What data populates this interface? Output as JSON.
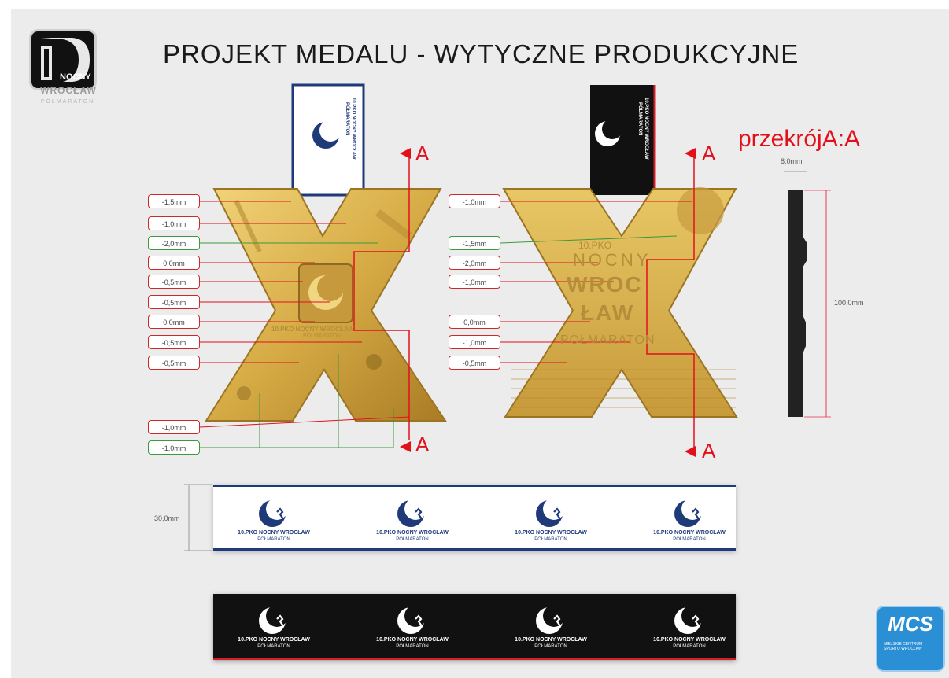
{
  "title": "PROJEKT MEDALU - WYTYCZNE PRODUKCYJNE",
  "logo": {
    "text": "NOCNY",
    "city": "WROCŁAW",
    "sub": "PÓŁMARATON"
  },
  "section_title": "przekrójA:A",
  "section_marker": "A",
  "left_labels": [
    {
      "text": "-1,5mm",
      "color": "red"
    },
    {
      "text": "-1,0mm",
      "color": "red"
    },
    {
      "text": "-2,0mm",
      "color": "green"
    },
    {
      "text": "0,0mm",
      "color": "red"
    },
    {
      "text": "-0,5mm",
      "color": "red"
    },
    {
      "text": "-0,5mm",
      "color": "red"
    },
    {
      "text": "0,0mm",
      "color": "red"
    },
    {
      "text": "-0,5mm",
      "color": "red"
    },
    {
      "text": "-0,5mm",
      "color": "red"
    },
    {
      "text": "-1,0mm",
      "color": "red"
    },
    {
      "text": "-1,0mm",
      "color": "green"
    }
  ],
  "right_labels": [
    {
      "text": "-1,0mm",
      "color": "red"
    },
    {
      "text": "-1,5mm",
      "color": "green"
    },
    {
      "text": "-2,0mm",
      "color": "red"
    },
    {
      "text": "-1,0mm",
      "color": "red"
    },
    {
      "text": "0,0mm",
      "color": "red"
    },
    {
      "text": "-1,0mm",
      "color": "red"
    },
    {
      "text": "-0,5mm",
      "color": "red"
    }
  ],
  "dimensions": {
    "thickness": "8,0mm",
    "height": "100,0mm",
    "strap_height": "30,0mm"
  },
  "medal": {
    "front_caption_1": "10.PKO NOCNY WROCŁAW",
    "front_caption_2": "PÓŁMARATON",
    "back_line_1": "10.PKO",
    "back_line_2": "NOCNY",
    "back_line_3": "WROC",
    "back_line_4": "ŁAW",
    "back_line_5": "PÓŁMARATON"
  },
  "ribbon_text": {
    "line1": "10.PKO NOCNY WROCŁAW",
    "line2": "PÓŁMARATON"
  },
  "strap_units": [
    {
      "name": "10.PKO NOCNY WROCŁAW",
      "sub": "PÓŁMARATON"
    },
    {
      "name": "10.PKO NOCNY WROCŁAW",
      "sub": "PÓŁMARATON"
    },
    {
      "name": "10.PKO NOCNY WROCŁAW",
      "sub": "PÓŁMARATON"
    },
    {
      "name": "10.PKO NOCNY WROCŁAW",
      "sub": "PÓŁMARATON"
    }
  ],
  "strap_units_black": [
    {
      "name": "10.PKO NOCNY WROCŁAW",
      "sub": "PÓŁMARATON"
    },
    {
      "name": "10.PKO NOCNY WROCŁAW",
      "sub": "PÓŁMARATON"
    },
    {
      "name": "10.PKO NOCNY WROCŁAW",
      "sub": "PÓŁMARATON"
    },
    {
      "name": "10.PKO NOCNY WROCŁAW",
      "sub": "PÓŁMARATON"
    }
  ],
  "mcs": {
    "text": "MCS",
    "sub": "MIEJSKIE CENTRUM SPORTU WROCŁAW"
  },
  "colors": {
    "gold": "#d6ab45",
    "red": "#e3101c",
    "green": "#3c9a3c",
    "navy": "#1e3a78"
  }
}
